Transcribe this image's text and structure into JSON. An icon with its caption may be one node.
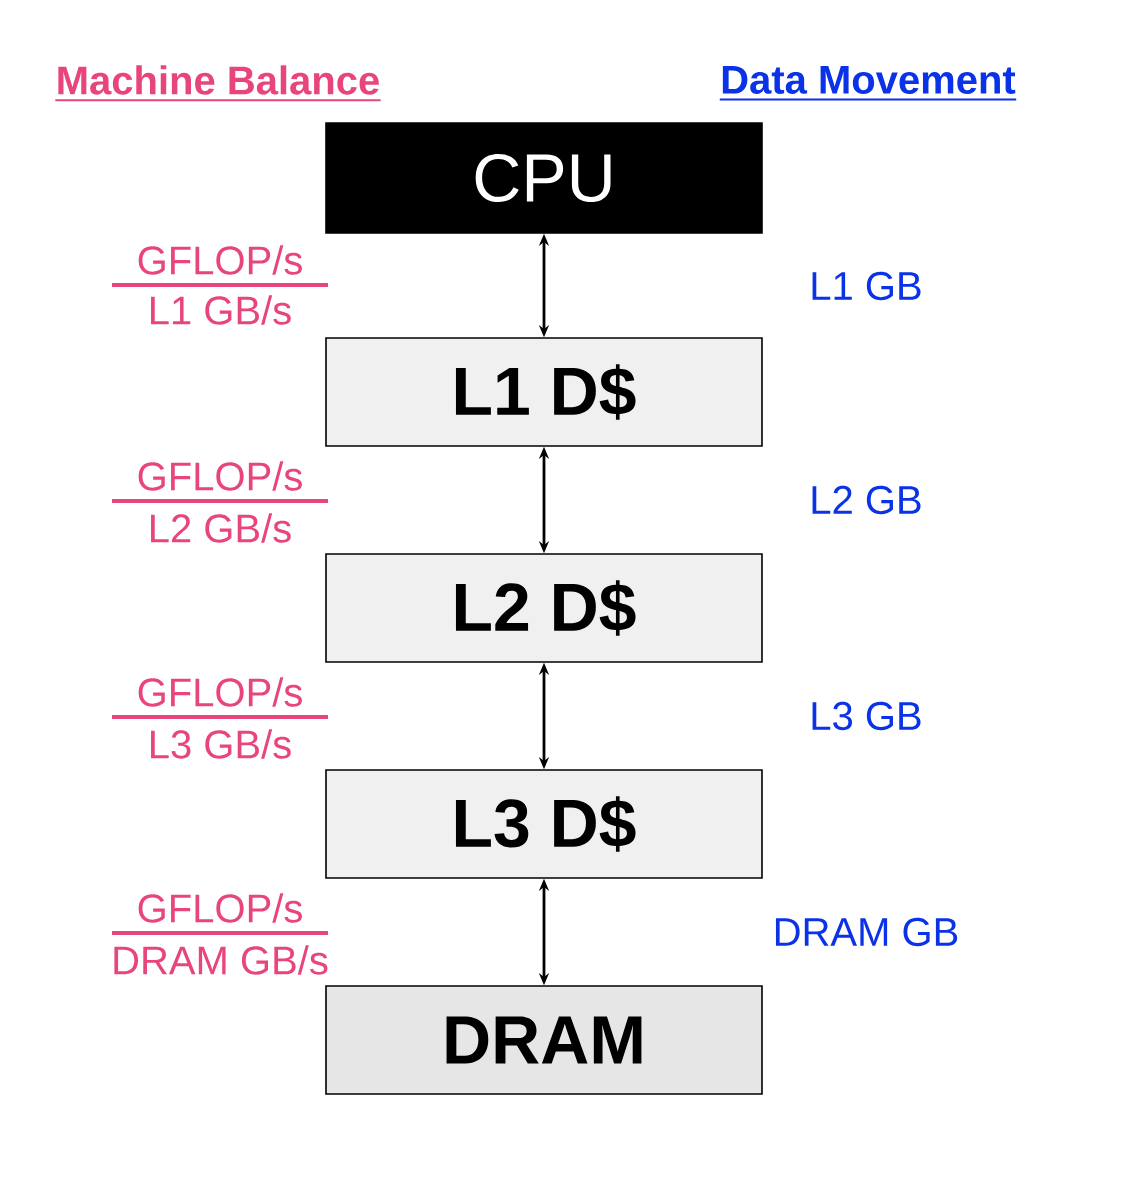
{
  "diagram": {
    "nodes": [
      {
        "text": [
          "CPU"
        ]
      },
      {
        "text": [
          "L1 D$"
        ]
      },
      {
        "text": [
          "L2 D$"
        ]
      },
      {
        "text": [
          "L3 D$"
        ]
      },
      {
        "text": [
          "DRAM"
        ]
      }
    ],
    "edges": [
      {
        "from": 0,
        "to": 1,
        "arrow": "both"
      },
      {
        "from": 1,
        "to": 2,
        "arrow": "both"
      },
      {
        "from": 2,
        "to": 3,
        "arrow": "both"
      },
      {
        "from": 3,
        "to": 4,
        "arrow": "both"
      }
    ],
    "labels": [
      "Machine Balance",
      "Data Movement",
      "GFLOP/s",
      "L1 GB/s",
      "L1 GB",
      "GFLOP/s",
      "L2 GB/s",
      "L2 GB",
      "GFLOP/s",
      "L3 GB/s",
      "L3 GB",
      "GFLOP/s",
      "DRAM GB/s",
      "DRAM GB"
    ]
  }
}
